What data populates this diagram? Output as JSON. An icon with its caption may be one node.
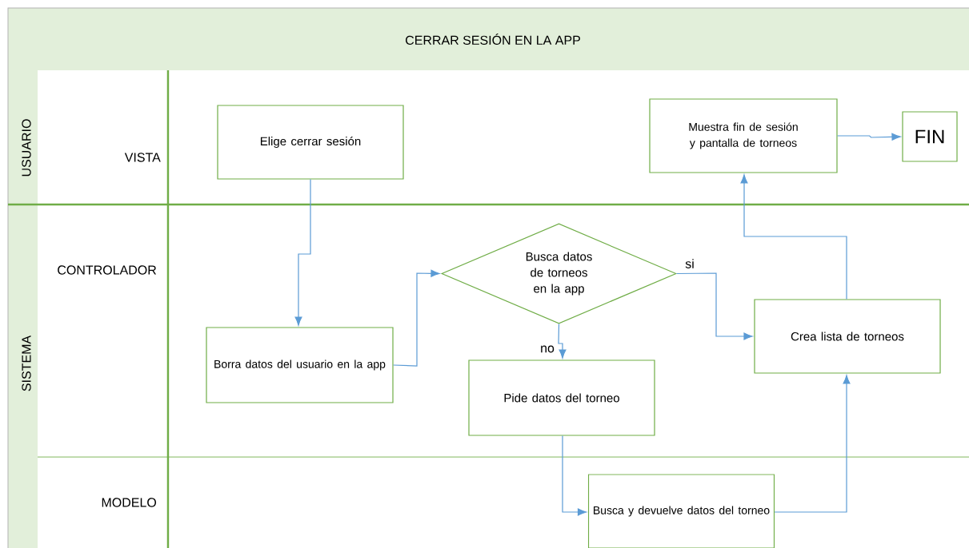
{
  "diagram": {
    "title": "CERRAR SESIÓN EN LA APP",
    "nodes": [
      {
        "text": [
          "Elige cerrar sesión"
        ]
      },
      {
        "text": [
          "Muestra fin de sesión y pantalla de torneos"
        ]
      },
      {
        "text": [
          "FIN"
        ]
      },
      {
        "text": [
          "Borra datos del usuario en la app"
        ]
      },
      {
        "text": [
          "Busca datos de torneos en la app"
        ]
      },
      {
        "text": [
          "Pide datos del torneo"
        ]
      },
      {
        "text": [
          "Crea lista de torneos"
        ]
      },
      {
        "text": [
          "Busca y devuelve datos del torneo"
        ]
      }
    ],
    "edges": [
      {
        "from": 0,
        "to": 3,
        "arrow": "to"
      },
      {
        "from": 3,
        "to": 4,
        "arrow": "to"
      },
      {
        "from": 4,
        "to": 6,
        "arrow": "to",
        "label": "si"
      },
      {
        "from": 4,
        "to": 5,
        "arrow": "to",
        "label": "no"
      },
      {
        "from": 5,
        "to": 7,
        "arrow": "to"
      },
      {
        "from": 7,
        "to": 6,
        "arrow": "to"
      },
      {
        "from": 6,
        "to": 1,
        "arrow": "to"
      },
      {
        "from": 1,
        "to": 2,
        "arrow": "to"
      }
    ],
    "labels": [
      "USUARIO",
      "VISTA",
      "SISTEMA",
      "CONTROLADOR",
      "MODELO"
    ]
  }
}
